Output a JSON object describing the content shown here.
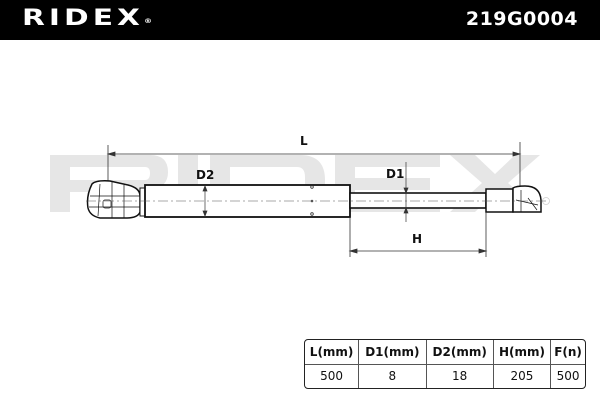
{
  "header": {
    "brand": "RIDEX",
    "brand_mark": "®",
    "part_number": "219G0004",
    "background_color": "#000000",
    "text_color": "#ffffff"
  },
  "diagram": {
    "subject": "gas spring",
    "watermark": "RIDEX",
    "watermark_color": "#e6e6e6",
    "dimension_labels": {
      "length": "L",
      "cylinder_diameter": "D2",
      "rod_diameter": "D1",
      "stroke": "H"
    }
  },
  "spec_table": {
    "headers": [
      "L(mm)",
      "D1(mm)",
      "D2(mm)",
      "H(mm)",
      "F(n)"
    ],
    "values": [
      "500",
      "8",
      "18",
      "205",
      "500"
    ]
  }
}
